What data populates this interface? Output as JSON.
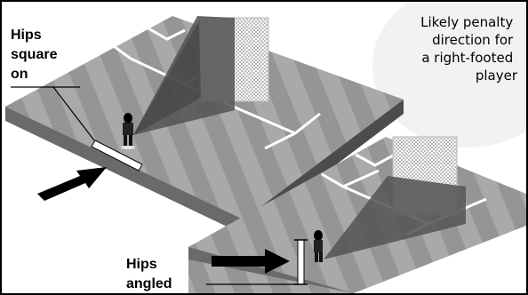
{
  "caption": {
    "lines": [
      "Likely penalty",
      "direction for",
      "a right-footed",
      "player"
    ]
  },
  "top_label": {
    "lines": [
      "Hips",
      "square",
      "on"
    ]
  },
  "bottom_label": {
    "lines": [
      "Hips",
      "angled"
    ]
  },
  "colors": {
    "pitch_light": "#a9a9a9",
    "pitch_dark": "#959595",
    "pitch_side": "#6a6a6a",
    "pitch_front": "#4c4c4c",
    "shadow_cone": "#555555",
    "arrow": "#000000",
    "caption_bg": "#f2f2f2"
  }
}
